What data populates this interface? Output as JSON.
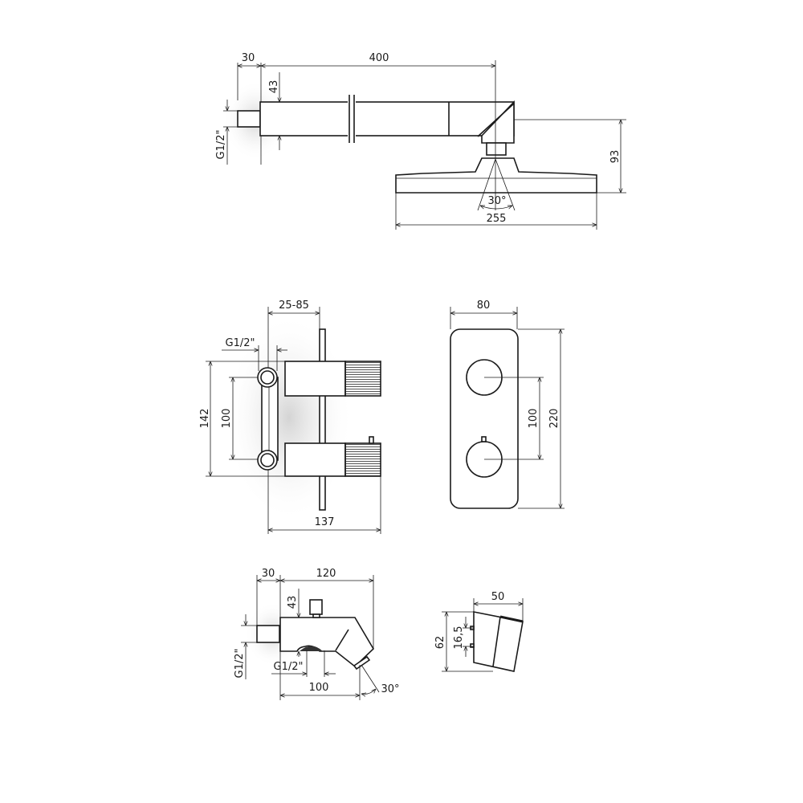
{
  "top_view": {
    "d_flange": "30",
    "d_arm_length": "400",
    "d_arm_height": "43",
    "d_thread": "G1/2\"",
    "d_head_height": "93",
    "d_head_width": "255",
    "d_angle": "30°"
  },
  "mixer_side": {
    "d_depth": "25-85",
    "d_thread": "G1/2\"",
    "d_total_height": "142",
    "d_axis": "100",
    "d_total_depth": "137"
  },
  "mixer_front": {
    "d_width": "80",
    "d_axis": "100",
    "d_height": "220"
  },
  "spout": {
    "d_flange": "30",
    "d_length": "120",
    "d_height": "43",
    "d_thread_left": "G1/2\"",
    "d_thread_bottom": "G1/2\"",
    "d_outlet": "100",
    "d_angle": "30°"
  },
  "holder": {
    "d_width": "50",
    "d_height": "62",
    "d_holes": "16,5"
  },
  "colors": {
    "line": "#1a1a1a",
    "shadow": "#d8d8d8"
  }
}
